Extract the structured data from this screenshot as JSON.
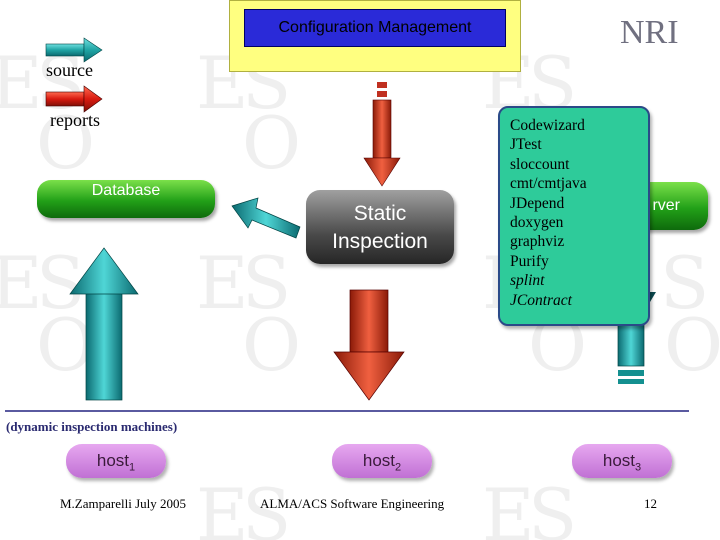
{
  "header": {
    "title": "Configuration Management",
    "logo": "NRI"
  },
  "legend": {
    "source_label": "source",
    "reports_label": "reports",
    "source_color": "#20a0a0",
    "reports_color": "#e02020"
  },
  "nodes": {
    "database": "Database",
    "static_inspection_line1": "Static",
    "static_inspection_line2": "Inspection",
    "server_partial": "rver"
  },
  "tools": [
    "Codewizard",
    "JTest",
    "sloccount",
    "cmt/cmtjava",
    "JDepend",
    "doxygen",
    "graphviz",
    "Purify",
    "splint",
    "JContract"
  ],
  "dynamic_label": "(dynamic inspection machines)",
  "hosts": [
    {
      "name": "host",
      "sub": "1"
    },
    {
      "name": "host",
      "sub": "2"
    },
    {
      "name": "host",
      "sub": "3"
    }
  ],
  "footer": {
    "author": "M.Zamparelli  July 2005",
    "course": "ALMA/ACS Software Engineering",
    "page": "12"
  },
  "colors": {
    "tools_box": "#2ecb9a",
    "config_box": "#ffff80",
    "host_pill": "#d090e0",
    "green_pill": "#22a018"
  }
}
